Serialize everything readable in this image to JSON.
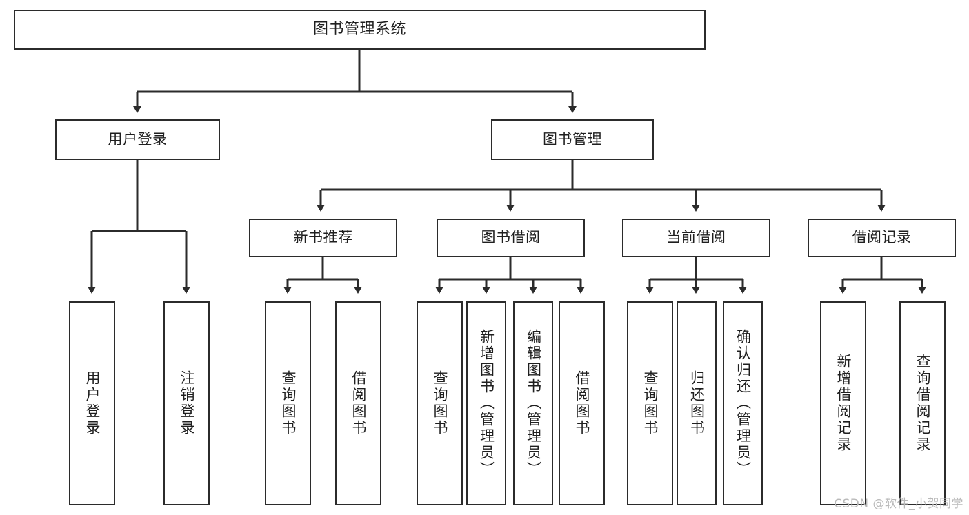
{
  "diagram": {
    "title": "图书管理系统",
    "type": "tree-hierarchy-chart",
    "watermark": "CSDN @软件_小贺同学",
    "colors": {
      "box_border": "#2b2b2b",
      "box_fill": "#ffffff",
      "edge": "#2b2b2b",
      "text": "#1f1f1f",
      "watermark": "#b9b9b9",
      "background": "#ffffff"
    },
    "nodes": {
      "root": {
        "label": "图书管理系统"
      },
      "level2": [
        {
          "id": "user-login",
          "label": "用户登录"
        },
        {
          "id": "book-manage",
          "label": "图书管理"
        }
      ],
      "level3": [
        {
          "id": "new-book-rec",
          "label": "新书推荐"
        },
        {
          "id": "book-borrow",
          "label": "图书借阅"
        },
        {
          "id": "current-borrow",
          "label": "当前借阅"
        },
        {
          "id": "borrow-record",
          "label": "借阅记录"
        }
      ],
      "leaves": [
        {
          "id": "leaf-user-login",
          "label": "用户登录",
          "parent": "user-login"
        },
        {
          "id": "leaf-logout",
          "label": "注销登录",
          "parent": "user-login"
        },
        {
          "id": "leaf-query-book-1",
          "label": "查询图书",
          "parent": "new-book-rec"
        },
        {
          "id": "leaf-borrow-book-1",
          "label": "借阅图书",
          "parent": "new-book-rec"
        },
        {
          "id": "leaf-query-book-2",
          "label": "查询图书",
          "parent": "book-borrow"
        },
        {
          "id": "leaf-add-book",
          "label": "新增图书（管理员）",
          "parent": "book-borrow"
        },
        {
          "id": "leaf-edit-book",
          "label": "编辑图书（管理员）",
          "parent": "book-borrow"
        },
        {
          "id": "leaf-borrow-book-2",
          "label": "借阅图书",
          "parent": "book-borrow"
        },
        {
          "id": "leaf-query-book-3",
          "label": "查询图书",
          "parent": "current-borrow"
        },
        {
          "id": "leaf-return-book",
          "label": "归还图书",
          "parent": "current-borrow"
        },
        {
          "id": "leaf-confirm-return",
          "label": "确认归还（管理员）",
          "parent": "current-borrow"
        },
        {
          "id": "leaf-add-record",
          "label": "新增借阅记录",
          "parent": "borrow-record"
        },
        {
          "id": "leaf-query-record",
          "label": "查询借阅记录",
          "parent": "borrow-record"
        }
      ]
    }
  }
}
